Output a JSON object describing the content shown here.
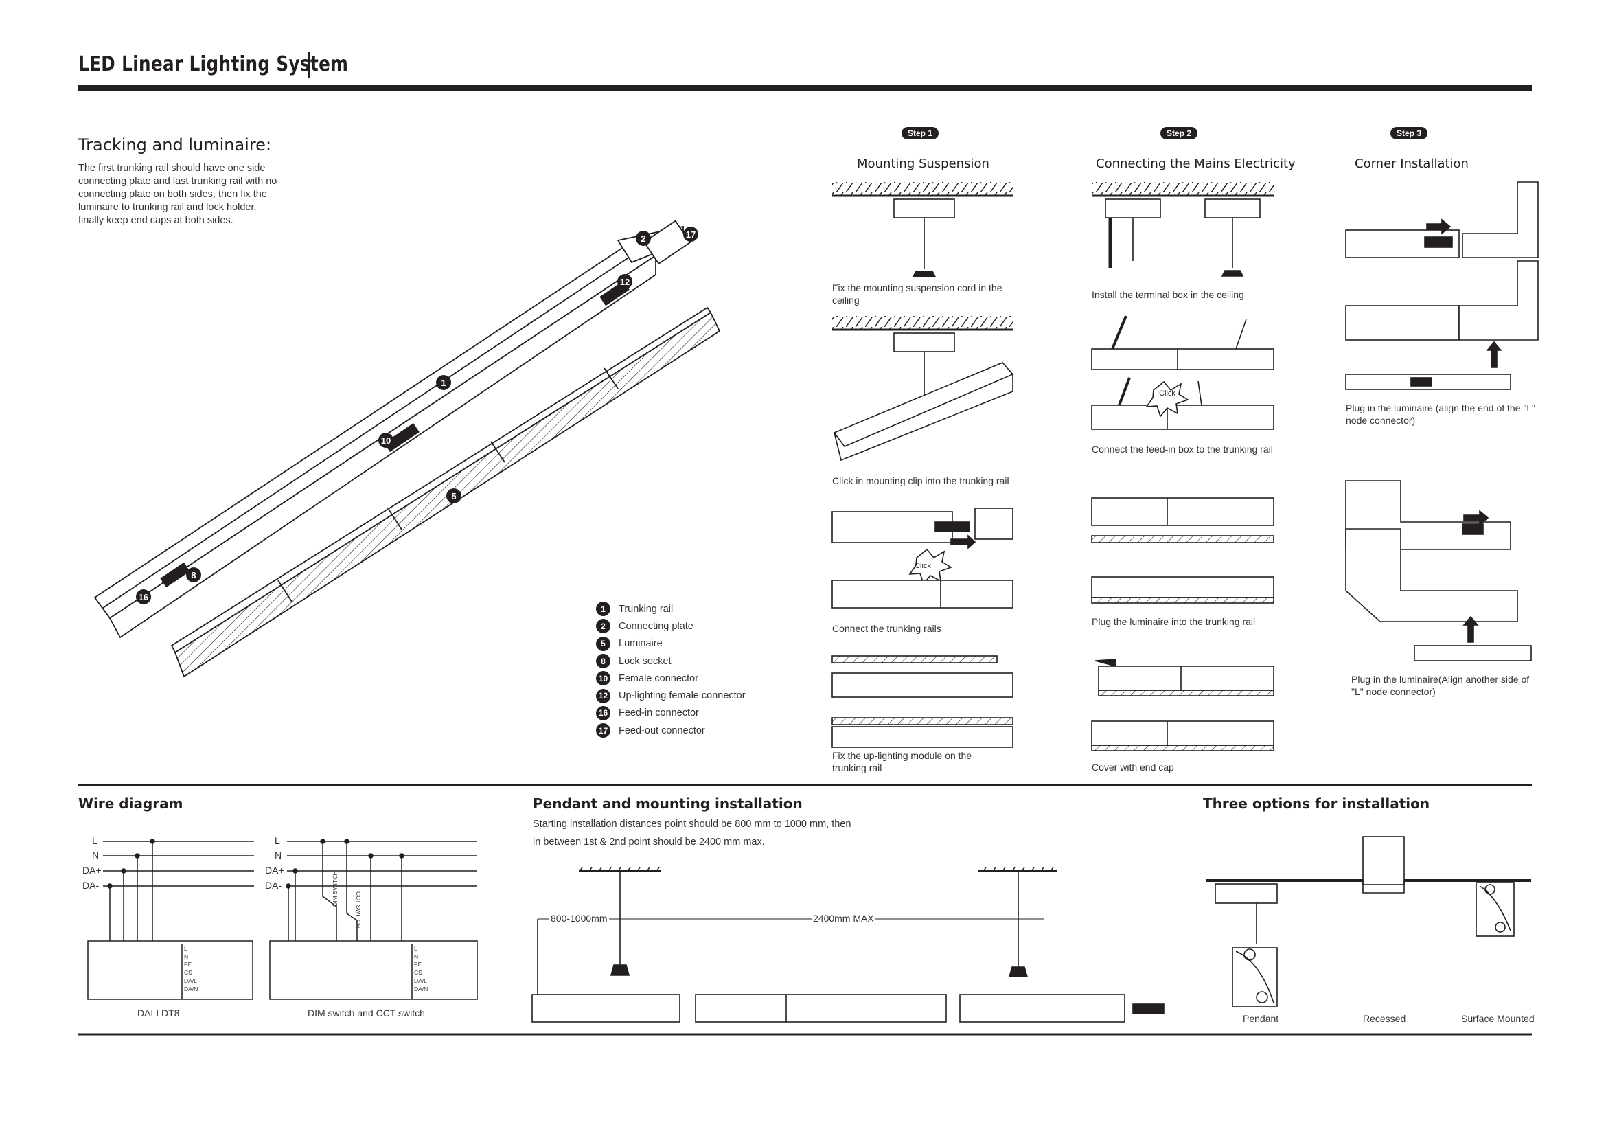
{
  "header": {
    "title": "LED Linear Lighting System"
  },
  "tracking": {
    "heading": "Tracking and luminaire:",
    "description": [
      "The first trunking rail should have one side",
      "connecting plate and last trunking rail with no",
      "connecting plate on both sides, then fix the",
      "luminaire to trunking rail and lock holder,",
      "finally keep end caps at both sides."
    ],
    "legend": [
      {
        "num": "1",
        "label": "Trunking rail"
      },
      {
        "num": "2",
        "label": "Connecting plate"
      },
      {
        "num": "5",
        "label": "Luminaire"
      },
      {
        "num": "8",
        "label": "Lock socket"
      },
      {
        "num": "10",
        "label": "Female connector"
      },
      {
        "num": "12",
        "label": "Up-lighting female connector"
      },
      {
        "num": "16",
        "label": "Feed-in connector"
      },
      {
        "num": "17",
        "label": "Feed-out connector"
      }
    ]
  },
  "steps": [
    {
      "badge": "Step 1",
      "title": "Mounting Suspension",
      "captions": [
        "Fix the mounting suspension cord in the ceiling",
        "Click in mounting clip into the trunking rail",
        "Connect the trunking rails",
        "Fix  the up-lighting module on the trunking rail"
      ]
    },
    {
      "badge": "Step 2",
      "title": "Connecting the Mains Electricity",
      "captions": [
        "Install the terminal box in the ceiling",
        "Connect  the  feed-in  box  to  the  trunking rail",
        "Plug the luminaire into the trunking rail",
        "Cover with end cap"
      ]
    },
    {
      "badge": "Step 3",
      "title": "Corner Installation",
      "captions": [
        "Plug in the luminaire (align the end of the \"L\" node connector)",
        "Plug in the luminaire(Align another side of \"L\" node connector)"
      ]
    }
  ],
  "click_label": "Click",
  "wire": {
    "heading": "Wire diagram",
    "lines": [
      "L",
      "N",
      "DA+",
      "DA-"
    ],
    "terminals": [
      "L",
      "N",
      "PE",
      "CS",
      "DA/L",
      "DA/N"
    ],
    "switch_labels": [
      "DIM SWITCH",
      "CCT SWITCH"
    ],
    "labels": [
      "DALI DT8",
      "DIM switch and CCT switch"
    ]
  },
  "pendant": {
    "heading": "Pendant and mounting installation",
    "description": [
      "Starting installation distances point should be 800 mm to 1000 mm, then",
      "in between 1st & 2nd point should be 2400 mm max."
    ],
    "dim1": "800-1000mm",
    "dim2": "2400mm MAX"
  },
  "options": {
    "heading": "Three options for installation",
    "labels": [
      "Pendant",
      "Recessed",
      "Surface Mounted"
    ]
  }
}
